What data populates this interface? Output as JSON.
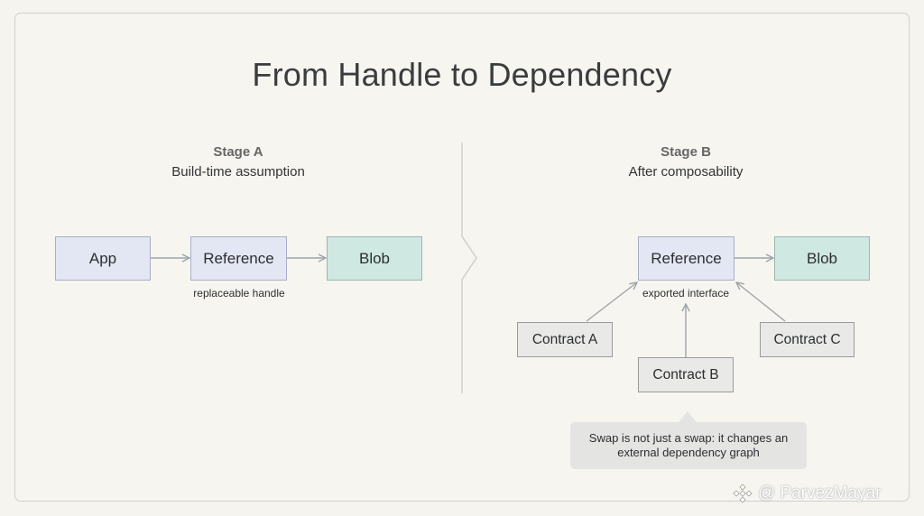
{
  "title": "From Handle to Dependency",
  "stage_a": {
    "label": "Stage A",
    "subtitle": "Build-time assumption",
    "nodes": {
      "app": "App",
      "reference": "Reference",
      "blob": "Blob"
    },
    "caption": "replaceable handle"
  },
  "stage_b": {
    "label": "Stage B",
    "subtitle": "After composability",
    "nodes": {
      "reference": "Reference",
      "blob": "Blob",
      "contract_a": "Contract A",
      "contract_b": "Contract B",
      "contract_c": "Contract C"
    },
    "caption": "exported interface"
  },
  "callout": "Swap is not just a swap: it changes an external dependency graph",
  "watermark": "@ ParvezMayar",
  "colors": {
    "reference_fill": "#e3e7f3",
    "blob_fill": "#cfe8e1",
    "contract_fill": "#e9e9e7",
    "arrow": "#9fa4a8"
  }
}
